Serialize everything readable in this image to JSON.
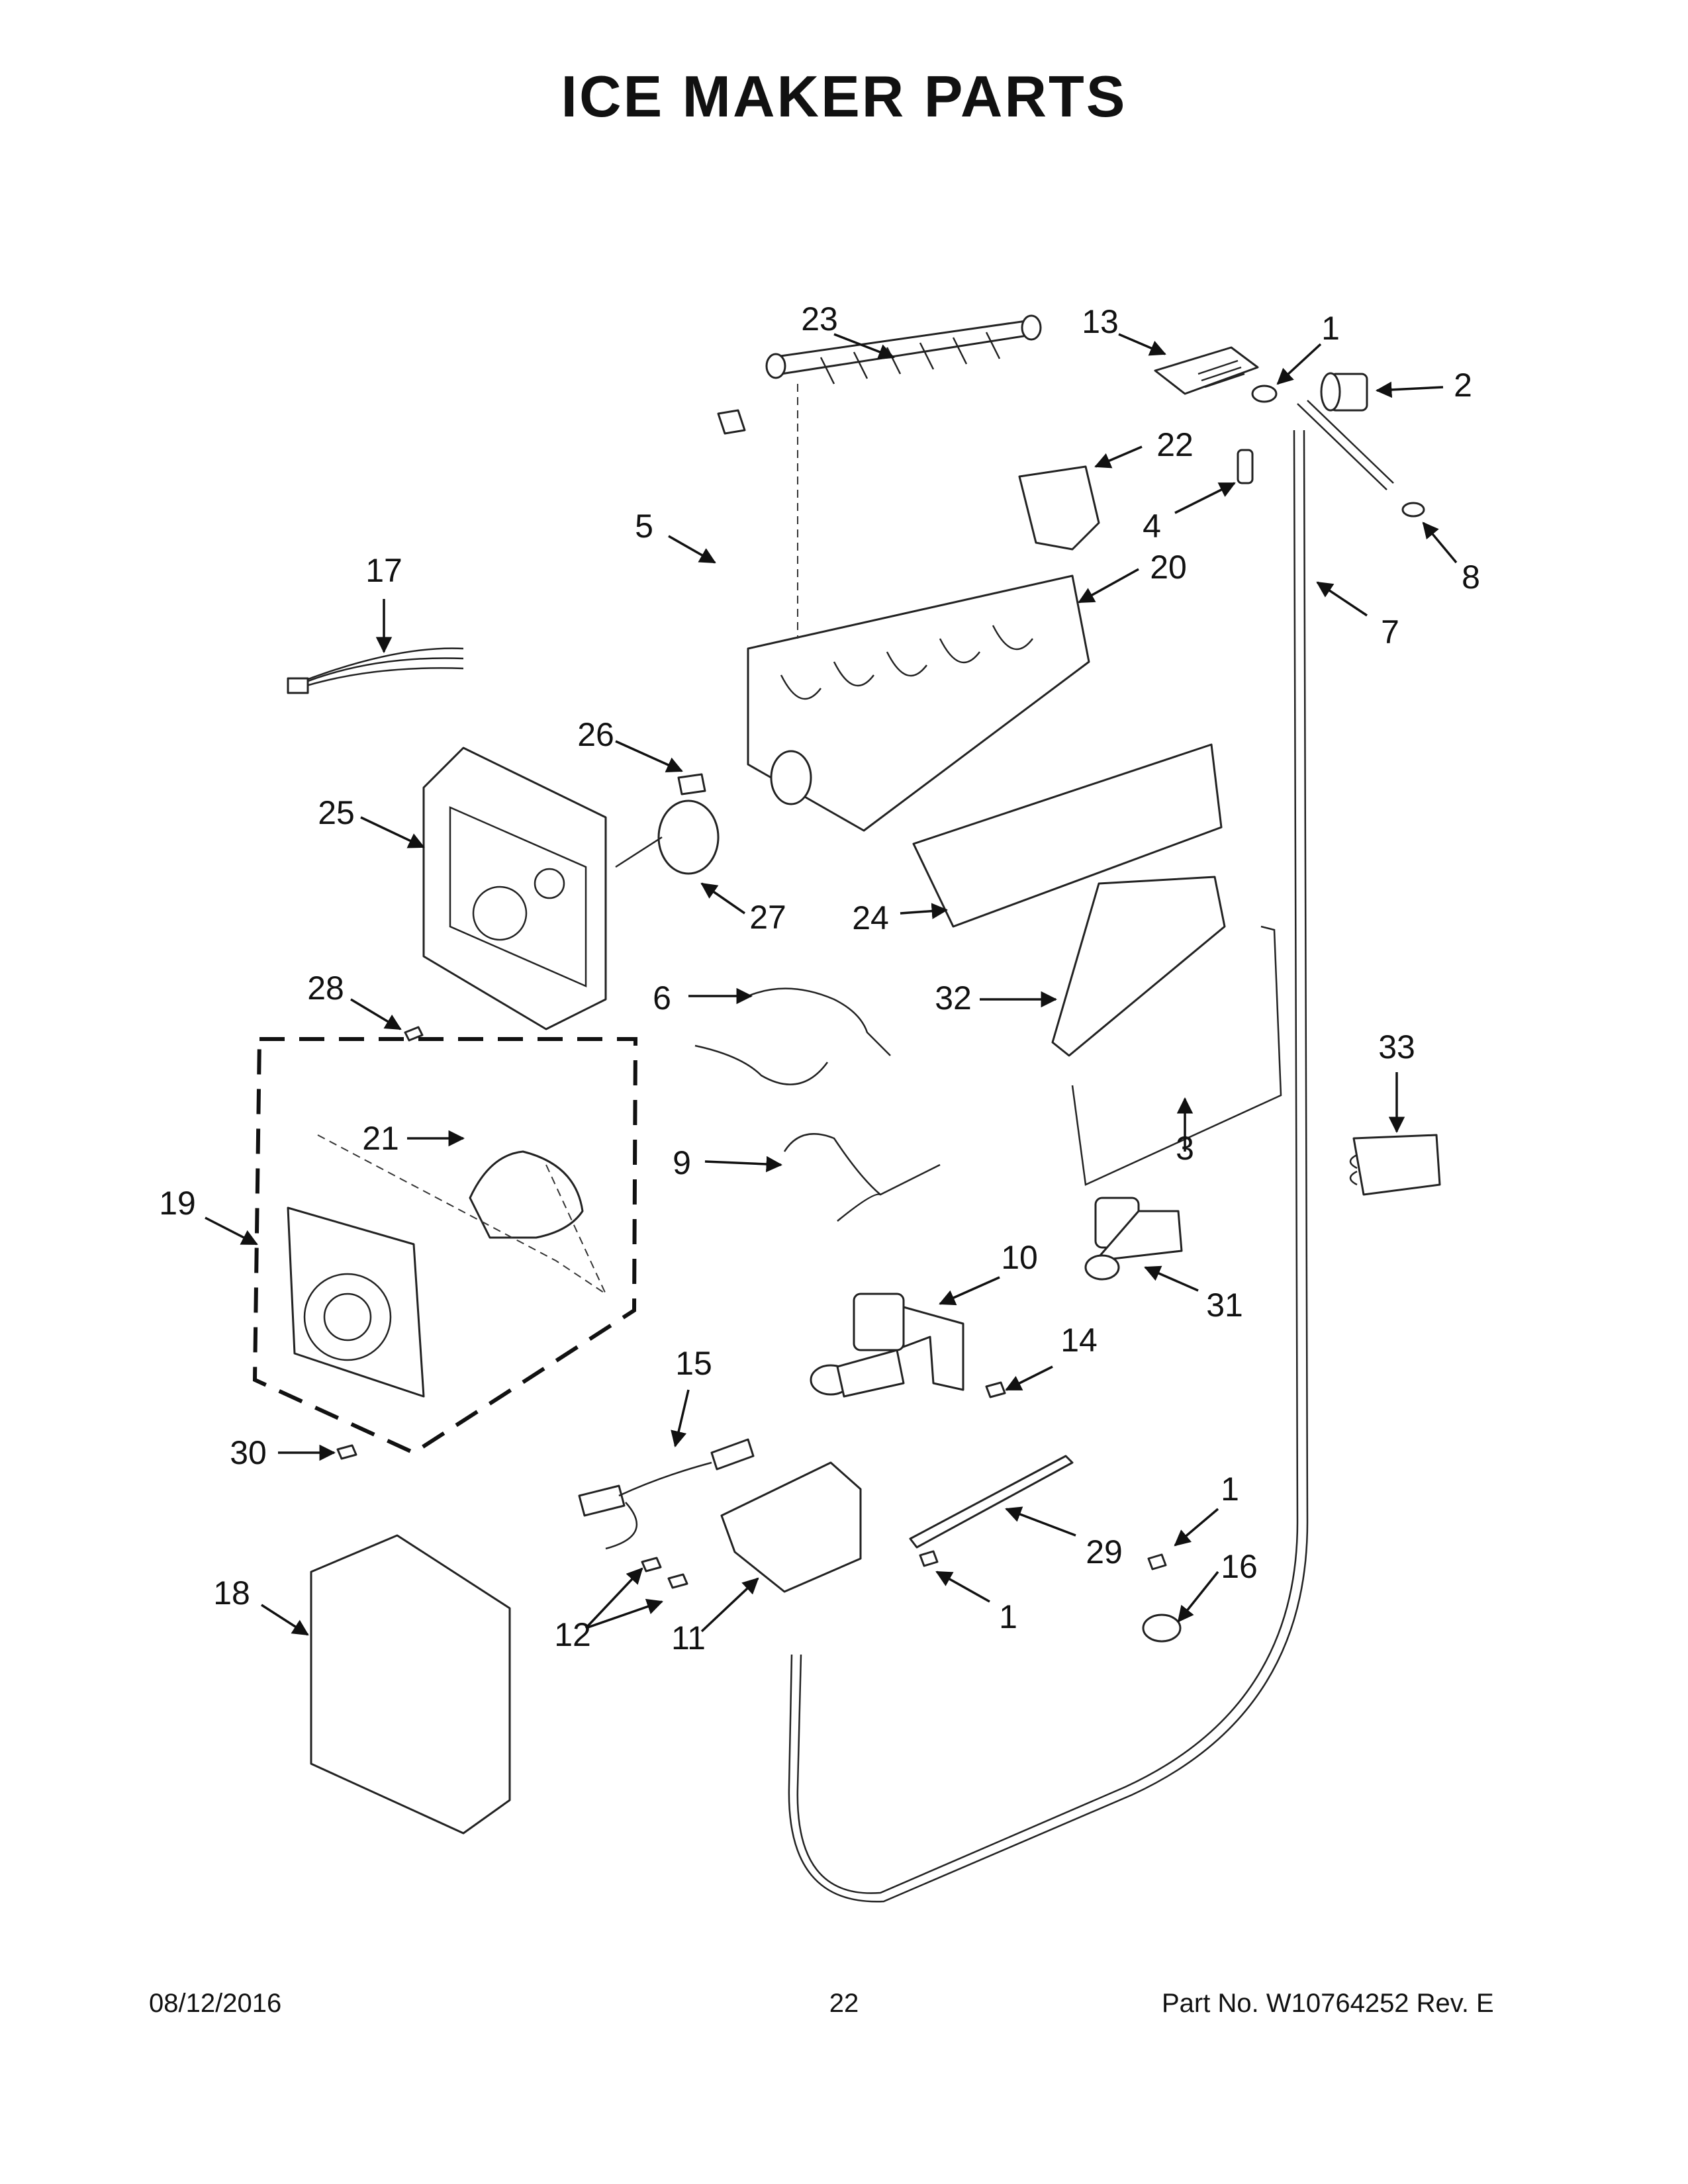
{
  "title": "ICE MAKER PARTS",
  "footer": {
    "date": "08/12/2016",
    "page": "22",
    "part_no": "Part No.  W10764252  Rev.  E"
  },
  "callouts": [
    "1",
    "2",
    "3",
    "4",
    "5",
    "6",
    "7",
    "8",
    "9",
    "10",
    "11",
    "12",
    "13",
    "14",
    "15",
    "16",
    "17",
    "18",
    "19",
    "20",
    "21",
    "22",
    "23",
    "24",
    "25",
    "26",
    "27",
    "28",
    "29",
    "30",
    "31",
    "32",
    "33"
  ]
}
